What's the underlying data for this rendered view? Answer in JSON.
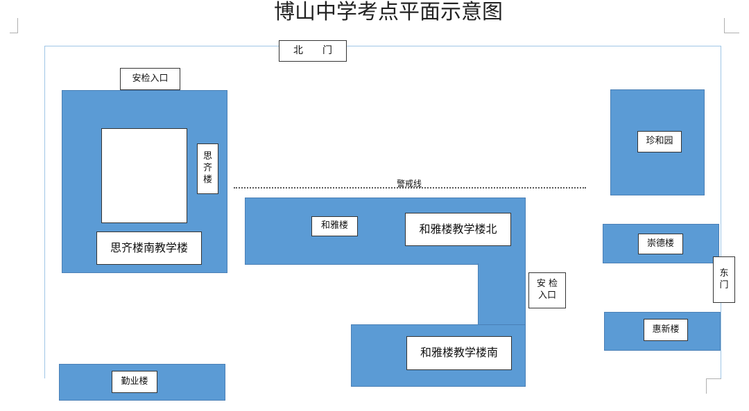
{
  "title": "博山中学考点平面示意图",
  "gates": {
    "north": "北　　门",
    "east": "东\n门"
  },
  "security_entrances": {
    "top_left": "安检入口",
    "middle": "安 检\n入口"
  },
  "cordon_line": "警戒线",
  "buildings": {
    "siqi_lou": "思\n齐\n楼",
    "siqi_south": "思齐楼南教学楼",
    "heya_lou": "和雅楼",
    "heya_north": "和雅楼教学楼北",
    "heya_south": "和雅楼教学楼南",
    "zhenhe_yuan": "珍和园",
    "chongde_lou": "崇德楼",
    "huixin_lou": "惠新楼",
    "qinye_lou": "勤业楼"
  },
  "colors": {
    "building_fill": "#5b9bd5",
    "boundary": "#9fc6e6"
  }
}
